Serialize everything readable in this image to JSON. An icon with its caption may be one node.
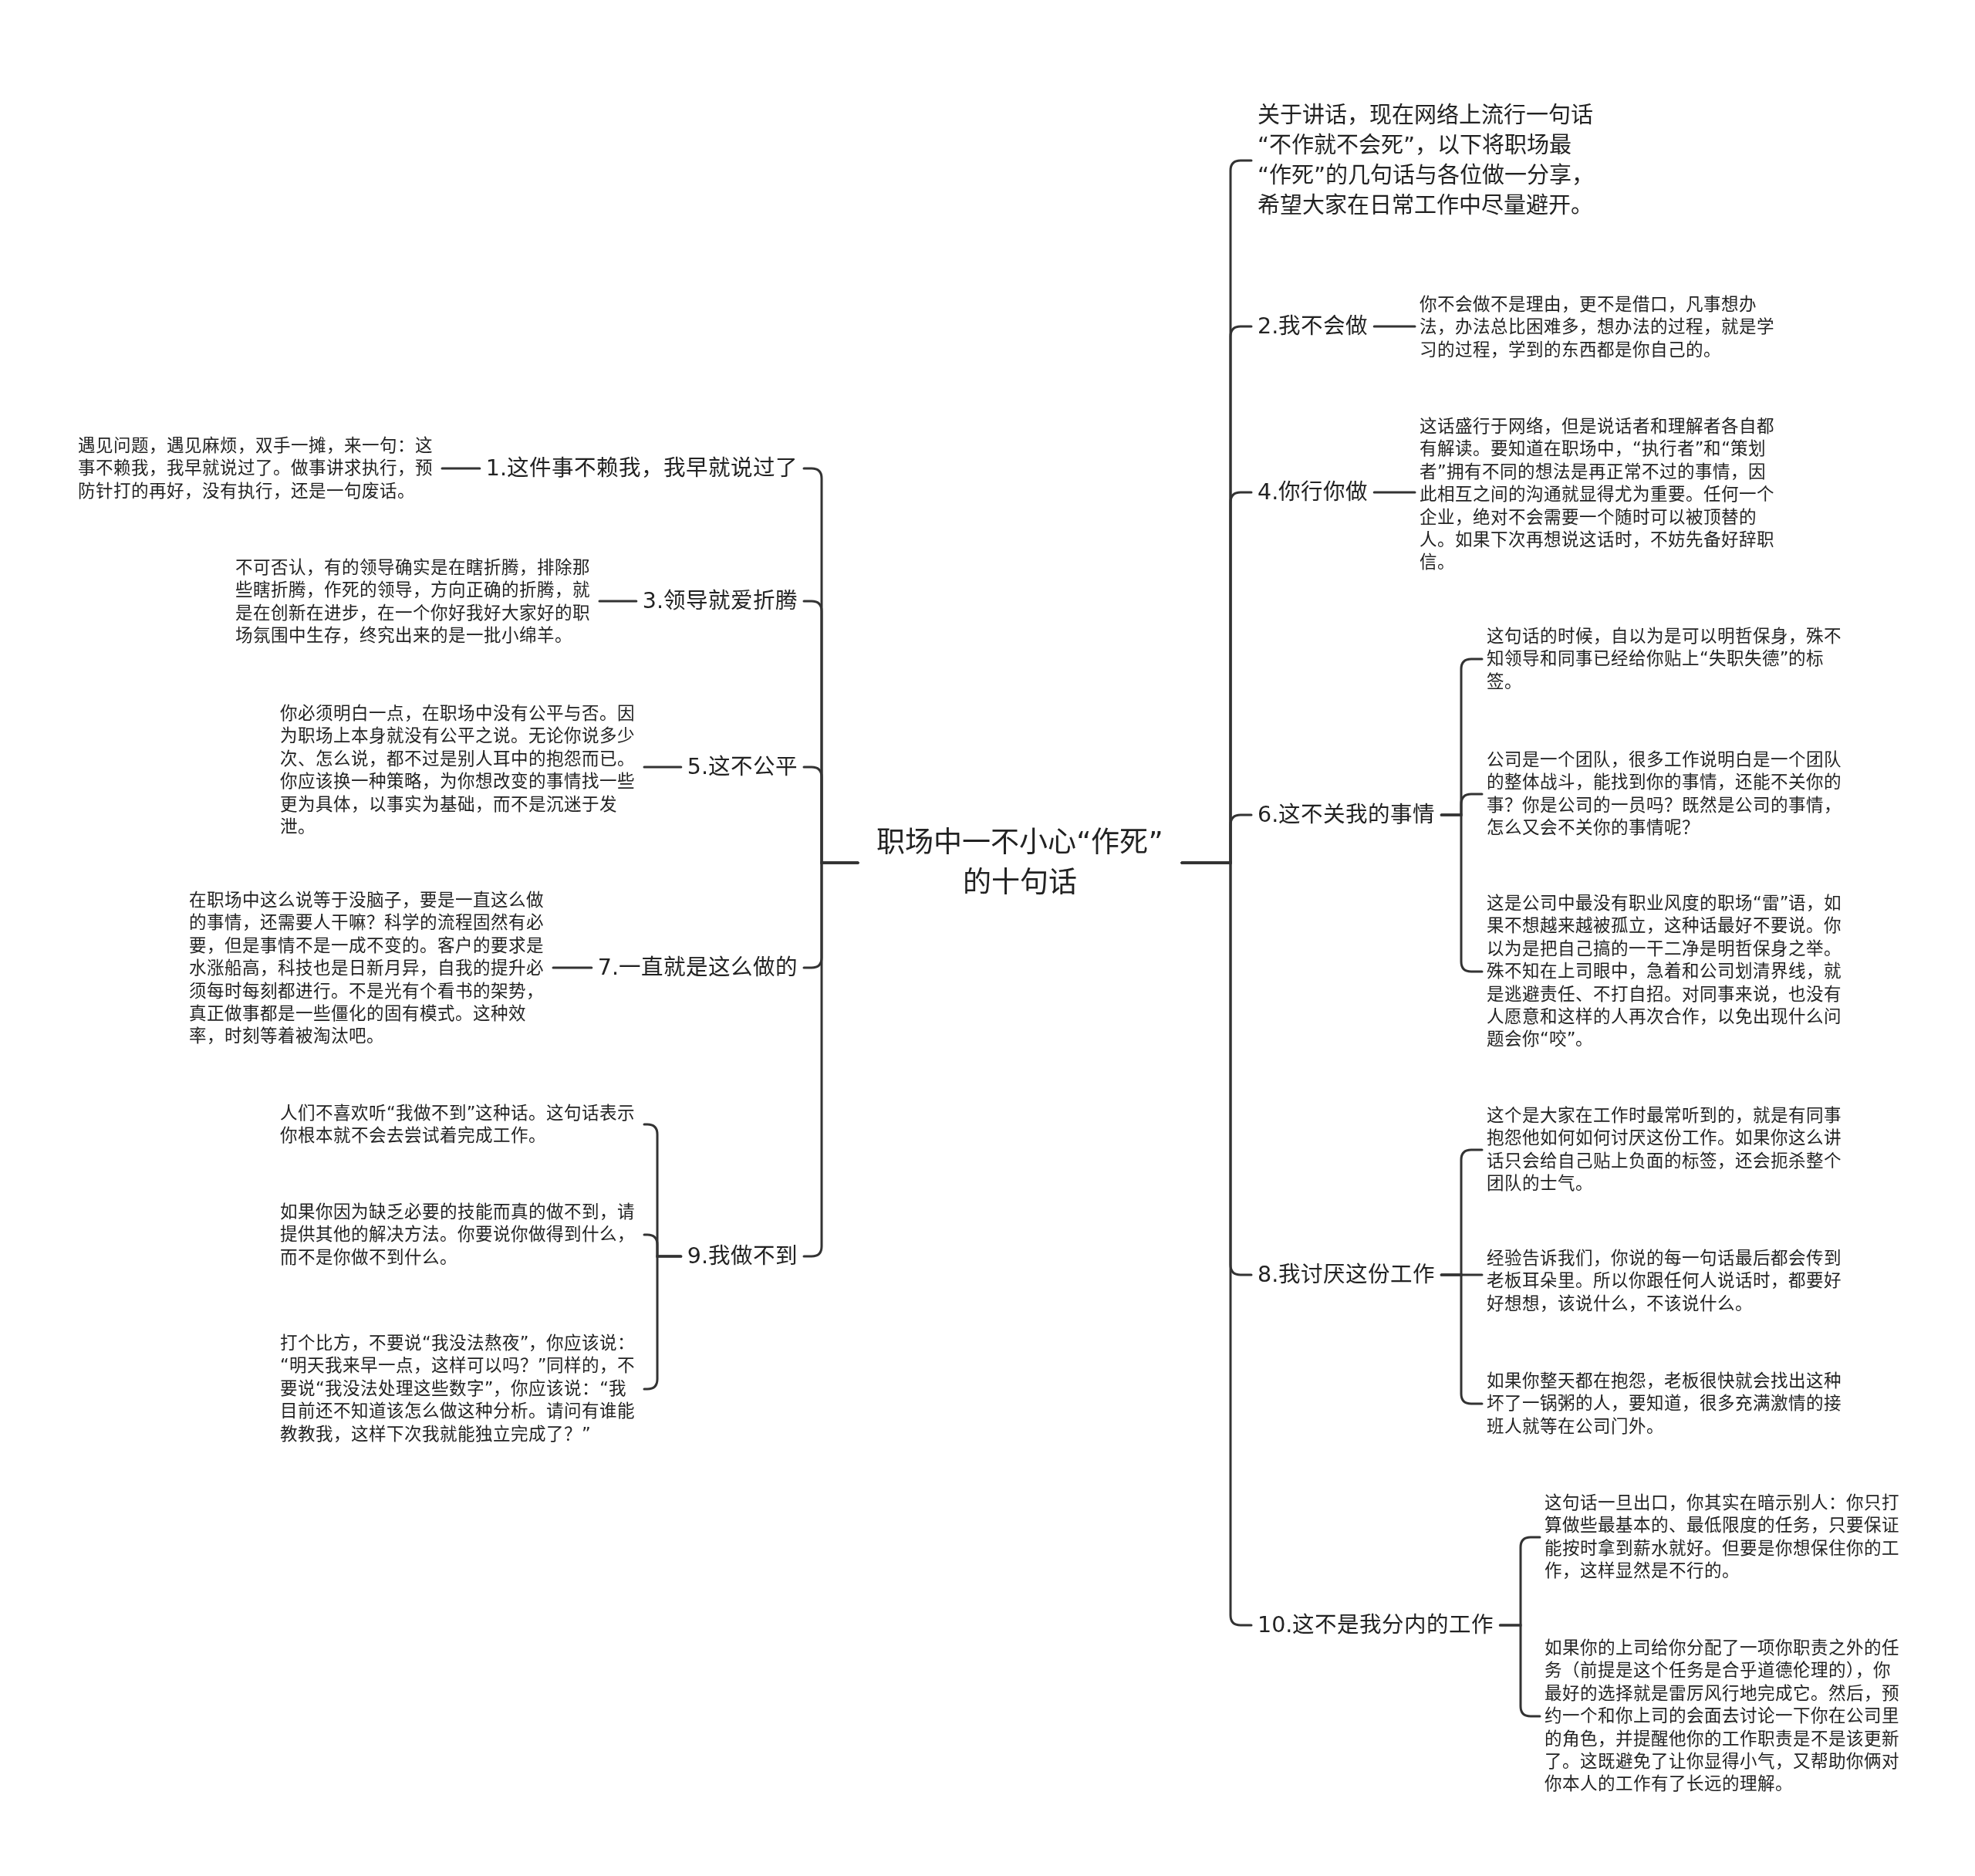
{
  "diagram": {
    "nodes": [
      {
        "text": [
          "职场中一不小心“作死”的十句话"
        ]
      },
      {
        "text": [
          "关于讲话，现在网络上流行一句话“不作就不会死”，以下将职场最“作死”的几句话与各位做一分享，希望大家在日常工作中尽量避开。"
        ]
      },
      {
        "text": [
          "1.这件事不赖我，我早就说过了"
        ]
      },
      {
        "text": [
          "遇见问题，遇见麻烦，双手一摊，来一句：这事不赖我，我早就说过了。做事讲求执行，预防针打的再好，没有执行，还是一句废话。"
        ]
      },
      {
        "text": [
          "2.我不会做"
        ]
      },
      {
        "text": [
          "你不会做不是理由，更不是借口，凡事想办法，办法总比困难多，想办法的过程，就是学习的过程，学到的东西都是你自己的。"
        ]
      },
      {
        "text": [
          "3.领导就爱折腾"
        ]
      },
      {
        "text": [
          "不可否认，有的领导确实是在瞎折腾，排除那些瞎折腾，作死的领导，方向正确的折腾，就是在创新在进步，在一个你好我好大家好的职场氛围中生存，终究出来的是一批小绵羊。"
        ]
      },
      {
        "text": [
          "4.你行你做"
        ]
      },
      {
        "text": [
          "这话盛行于网络，但是说话者和理解者各自都有解读。要知道在职场中，“执行者”和“策划者”拥有不同的想法是再正常不过的事情，因此相互之间的沟通就显得尤为重要。任何一个企业，绝对不会需要一个随时可以被顶替的人。如果下次再想说这话时，不妨先备好辞职信。"
        ]
      },
      {
        "text": [
          "5.这不公平"
        ]
      },
      {
        "text": [
          "你必须明白一点，在职场中没有公平与否。因为职场上本身就没有公平之说。无论你说多少次、怎么说，都不过是别人耳中的抱怨而已。你应该换一种策略，为你想改变的事情找一些更为具体，以事实为基础，而不是沉迷于发泄。"
        ]
      },
      {
        "text": [
          "6.这不关我的事情"
        ]
      },
      {
        "text": [
          "这句话的时候，自以为是可以明哲保身，殊不知领导和同事已经给你贴上“失职失德”的标签。"
        ]
      },
      {
        "text": [
          "公司是一个团队，很多工作说明白是一个团队的整体战斗，能找到你的事情，还能不关你的事？你是公司的一员吗？既然是公司的事情，怎么又会不关你的事情呢？"
        ]
      },
      {
        "text": [
          "这是公司中最没有职业风度的职场“雷”语，如果不想越来越被孤立，这种话最好不要说。你以为是把自己搞的一干二净是明哲保身之举。殊不知在上司眼中，急着和公司划清界线，就是逃避责任、不打自招。对同事来说，也没有人愿意和这样的人再次合作，以免出现什么问题会你“咬”。"
        ]
      },
      {
        "text": [
          "7.一直就是这么做的"
        ]
      },
      {
        "text": [
          "在职场中这么说等于没脑子，要是一直这么做的事情，还需要人干嘛？科学的流程固然有必要，但是事情不是一成不变的。客户的要求是水涨船高，科技也是日新月异，自我的提升必须每时每刻都进行。不是光有个看书的架势，真正做事都是一些僵化的固有模式。这种效率，时刻等着被淘汰吧。"
        ]
      },
      {
        "text": [
          "8.我讨厌这份工作"
        ]
      },
      {
        "text": [
          "这个是大家在工作时最常听到的，就是有同事抱怨他如何如何讨厌这份工作。如果你这么讲话只会给自己贴上负面的标签，还会扼杀整个团队的士气。"
        ]
      },
      {
        "text": [
          "经验告诉我们，你说的每一句话最后都会传到老板耳朵里。所以你跟任何人说话时，都要好好想想，该说什么，不该说什么。"
        ]
      },
      {
        "text": [
          "如果你整天都在抱怨，老板很快就会找出这种坏了一锅粥的人，要知道，很多充满激情的接班人就等在公司门外。"
        ]
      },
      {
        "text": [
          "9.我做不到"
        ]
      },
      {
        "text": [
          "人们不喜欢听“我做不到”这种话。这句话表示你根本就不会去尝试着完成工作。"
        ]
      },
      {
        "text": [
          "如果你因为缺乏必要的技能而真的做不到，请提供其他的解决方法。你要说你做得到什么，而不是你做不到什么。"
        ]
      },
      {
        "text": [
          "打个比方，不要说“我没法熬夜”，你应该说：“明天我来早一点，这样可以吗？”同样的，不要说“我没法处理这些数字”，你应该说：“我目前还不知道该怎么做这种分析。请问有谁能教教我，这样下次我就能独立完成了？”"
        ]
      },
      {
        "text": [
          "10.这不是我分内的工作"
        ]
      },
      {
        "text": [
          "这句话一旦出口，你其实在暗示别人：你只打算做些最基本的、最低限度的任务，只要保证能按时拿到薪水就好。但要是你想保住你的工作，这样显然是不行的。"
        ]
      },
      {
        "text": [
          "如果你的上司给你分配了一项你职责之外的任务（前提是这个任务是合乎道德伦理的），你最好的选择就是雷厉风行地完成它。然后，预约一个和你上司的会面去讨论一下你在公司里的角色，并提醒他你的工作职责是不是该更新了。这既避免了让你显得小气，又帮助你俩对你本人的工作有了长远的理解。"
        ]
      }
    ],
    "edges": [
      {
        "from": 0,
        "to": 1,
        "arrow": "none"
      },
      {
        "from": 0,
        "to": 2,
        "arrow": "none"
      },
      {
        "from": 2,
        "to": 3,
        "arrow": "none"
      },
      {
        "from": 0,
        "to": 4,
        "arrow": "none"
      },
      {
        "from": 4,
        "to": 5,
        "arrow": "none"
      },
      {
        "from": 0,
        "to": 6,
        "arrow": "none"
      },
      {
        "from": 6,
        "to": 7,
        "arrow": "none"
      },
      {
        "from": 0,
        "to": 8,
        "arrow": "none"
      },
      {
        "from": 8,
        "to": 9,
        "arrow": "none"
      },
      {
        "from": 0,
        "to": 10,
        "arrow": "none"
      },
      {
        "from": 10,
        "to": 11,
        "arrow": "none"
      },
      {
        "from": 0,
        "to": 12,
        "arrow": "none"
      },
      {
        "from": 12,
        "to": 13,
        "arrow": "none"
      },
      {
        "from": 12,
        "to": 14,
        "arrow": "none"
      },
      {
        "from": 12,
        "to": 15,
        "arrow": "none"
      },
      {
        "from": 0,
        "to": 16,
        "arrow": "none"
      },
      {
        "from": 16,
        "to": 17,
        "arrow": "none"
      },
      {
        "from": 0,
        "to": 18,
        "arrow": "none"
      },
      {
        "from": 18,
        "to": 19,
        "arrow": "none"
      },
      {
        "from": 18,
        "to": 20,
        "arrow": "none"
      },
      {
        "from": 18,
        "to": 21,
        "arrow": "none"
      },
      {
        "from": 0,
        "to": 22,
        "arrow": "none"
      },
      {
        "from": 22,
        "to": 23,
        "arrow": "none"
      },
      {
        "from": 22,
        "to": 24,
        "arrow": "none"
      },
      {
        "from": 22,
        "to": 25,
        "arrow": "none"
      },
      {
        "from": 0,
        "to": 26,
        "arrow": "none"
      },
      {
        "from": 26,
        "to": 27,
        "arrow": "none"
      },
      {
        "from": 26,
        "to": 28,
        "arrow": "none"
      }
    ]
  }
}
